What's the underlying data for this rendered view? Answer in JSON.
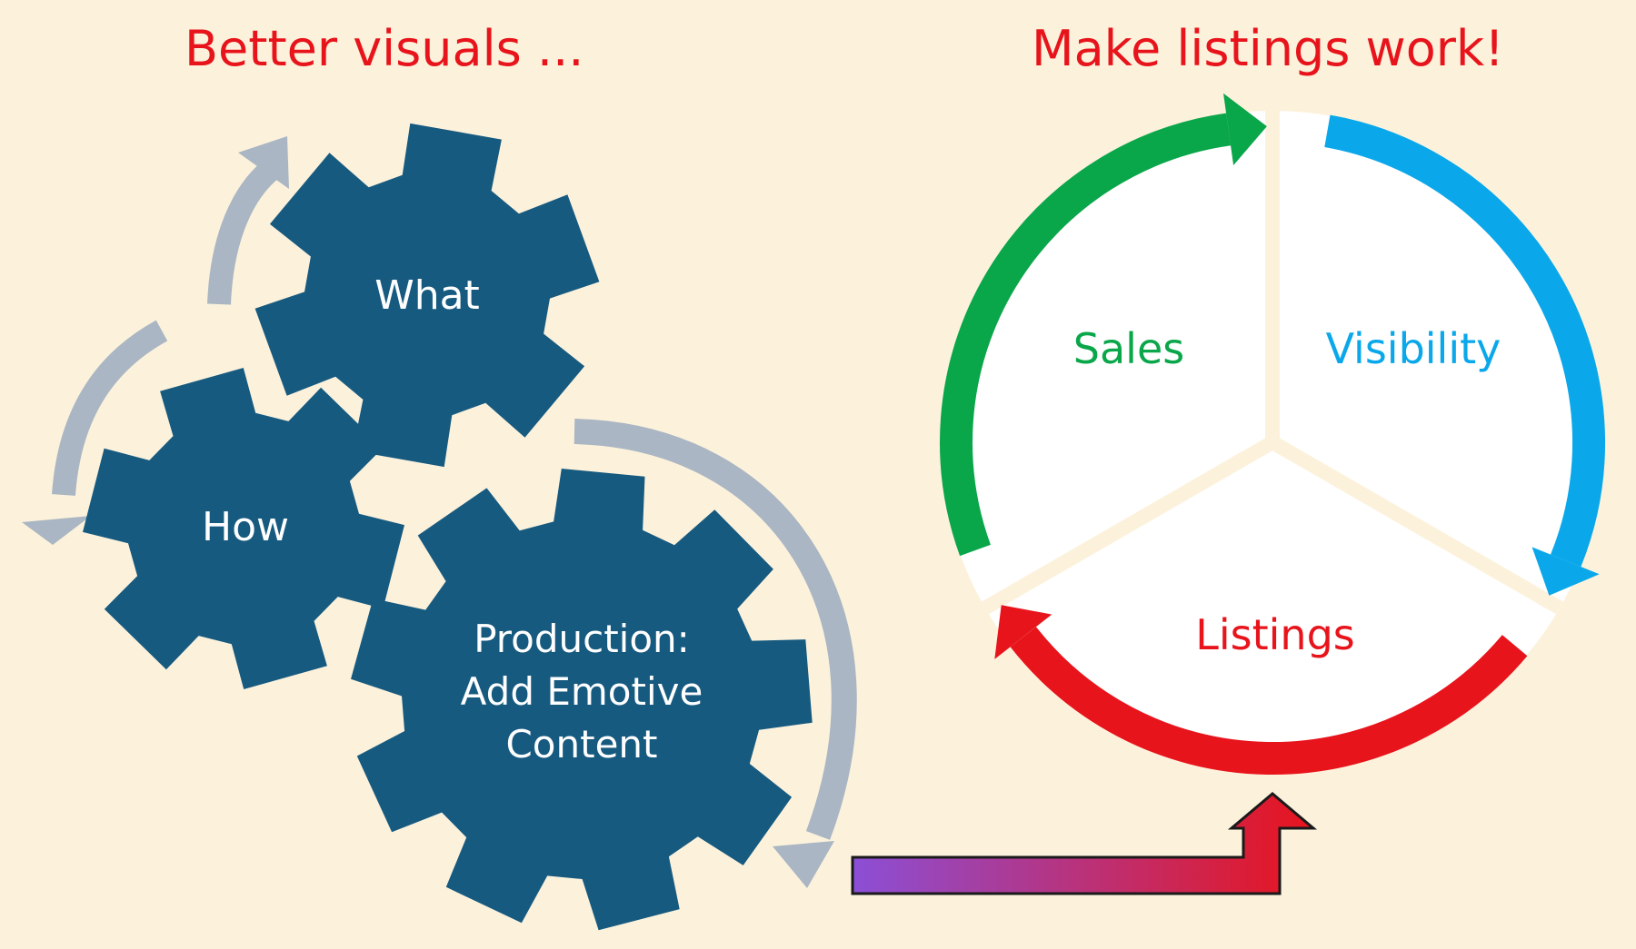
{
  "titles": {
    "left": "Better visuals ...",
    "right": "Make listings work!"
  },
  "gears": {
    "what": "What",
    "how": "How",
    "production": [
      "Production:",
      "Add Emotive",
      "Content"
    ]
  },
  "cycle": {
    "sales": "Sales",
    "visibility": "Visibility",
    "listings": "Listings"
  },
  "colors": {
    "background": "#fcf2dc",
    "title": "#e8141c",
    "gear": "#175a80",
    "gear_text": "#ffffff",
    "gray_arrow": "#aab6c3",
    "sales": "#0aa64a",
    "visibility": "#0aa8ea",
    "listings": "#e8141c",
    "connector_start": "#8b4fd6",
    "connector_end": "#e8141c"
  },
  "icons": {
    "gear": "gear-icon",
    "cycle_arrow": "curved-arrow-icon",
    "connector": "elbow-arrow-icon"
  }
}
